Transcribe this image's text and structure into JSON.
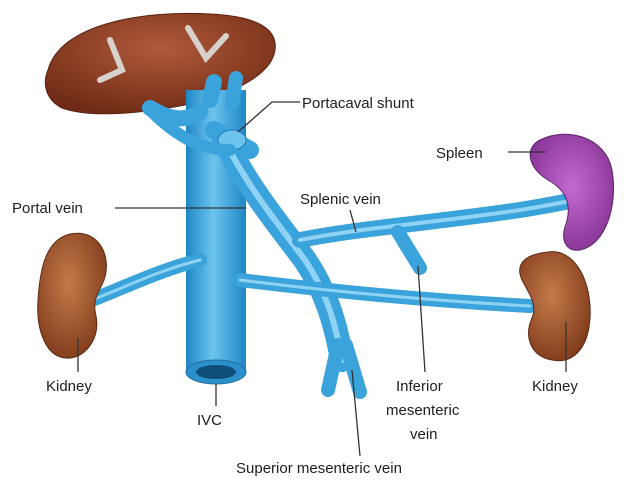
{
  "labels": {
    "portacaval_shunt": "Portacaval shunt",
    "spleen": "Spleen",
    "splenic_vein": "Splenic vein",
    "portal_vein": "Portal vein",
    "kidney_left": "Kidney",
    "kidney_right": "Kidney",
    "ivc": "IVC",
    "inferior_mesenteric_line1": "Inferior",
    "inferior_mesenteric_line2": "mesenteric",
    "inferior_mesenteric_line3": "vein",
    "superior_mesenteric_vein": "Superior mesenteric vein"
  },
  "colors": {
    "vein_fill": "#3aa3dc",
    "vein_highlight": "#8fd3f4",
    "vein_dark": "#1f78b0",
    "liver": "#8c3b22",
    "kidney": "#a0522d",
    "spleen": "#9b3fa8"
  }
}
